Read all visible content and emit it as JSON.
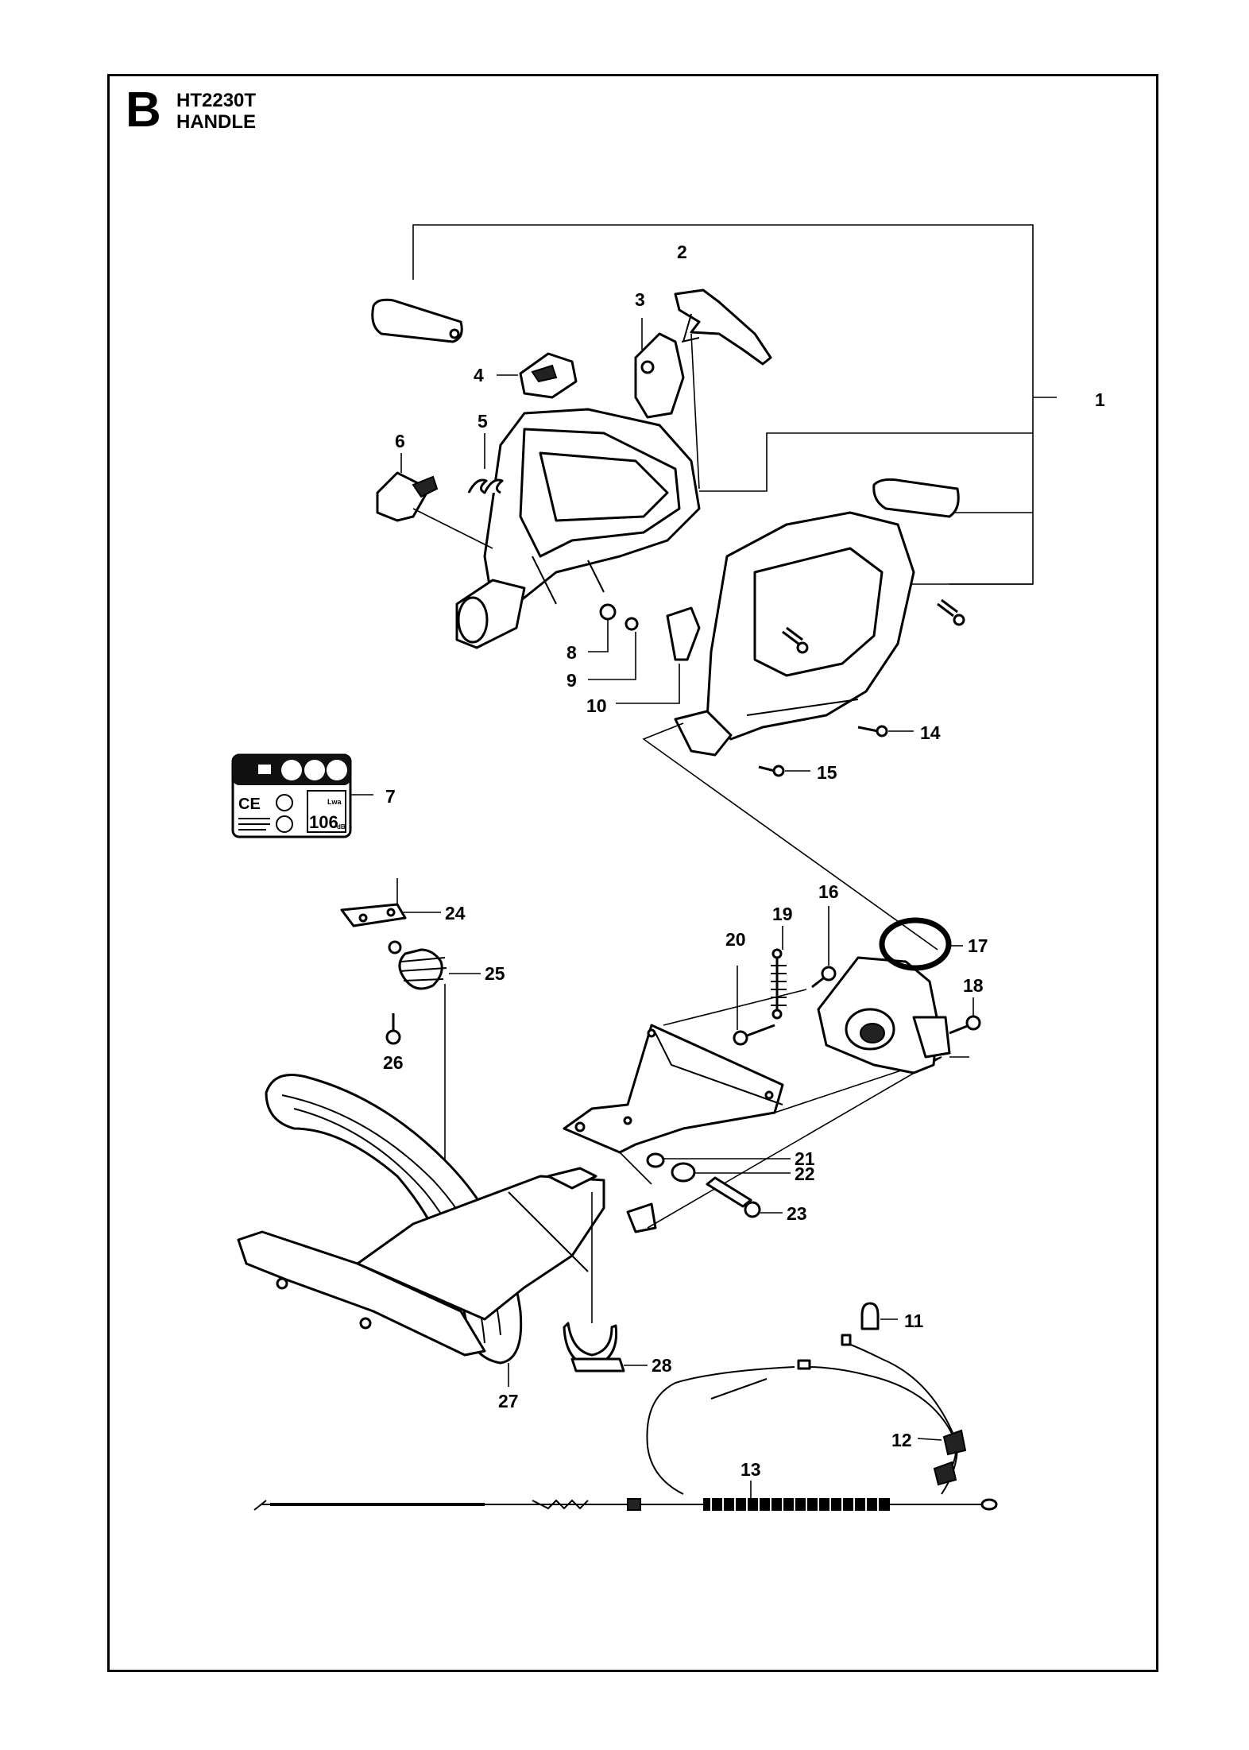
{
  "header": {
    "section_letter": "B",
    "model": "HT2230T",
    "title": "HANDLE"
  },
  "callouts": [
    {
      "id": "c1",
      "label": "1"
    },
    {
      "id": "c2",
      "label": "2"
    },
    {
      "id": "c3",
      "label": "3"
    },
    {
      "id": "c4",
      "label": "4"
    },
    {
      "id": "c5",
      "label": "5"
    },
    {
      "id": "c6",
      "label": "6"
    },
    {
      "id": "c7",
      "label": "7"
    },
    {
      "id": "c8",
      "label": "8"
    },
    {
      "id": "c9",
      "label": "9"
    },
    {
      "id": "c10",
      "label": "10"
    },
    {
      "id": "c11",
      "label": "11"
    },
    {
      "id": "c12",
      "label": "12"
    },
    {
      "id": "c13",
      "label": "13"
    },
    {
      "id": "c14",
      "label": "14"
    },
    {
      "id": "c15",
      "label": "15"
    },
    {
      "id": "c16",
      "label": "16"
    },
    {
      "id": "c17",
      "label": "17"
    },
    {
      "id": "c18",
      "label": "18"
    },
    {
      "id": "c19",
      "label": "19"
    },
    {
      "id": "c20",
      "label": "20"
    },
    {
      "id": "c21",
      "label": "21"
    },
    {
      "id": "c22",
      "label": "22"
    },
    {
      "id": "c23",
      "label": "23"
    },
    {
      "id": "c24",
      "label": "24"
    },
    {
      "id": "c25",
      "label": "25"
    },
    {
      "id": "c26",
      "label": "26"
    },
    {
      "id": "c27",
      "label": "27"
    },
    {
      "id": "c28",
      "label": "28"
    }
  ],
  "decal": {
    "ce_mark": "CE",
    "sound_level": "106",
    "sound_unit": "dB",
    "lwa": "Lwa"
  }
}
